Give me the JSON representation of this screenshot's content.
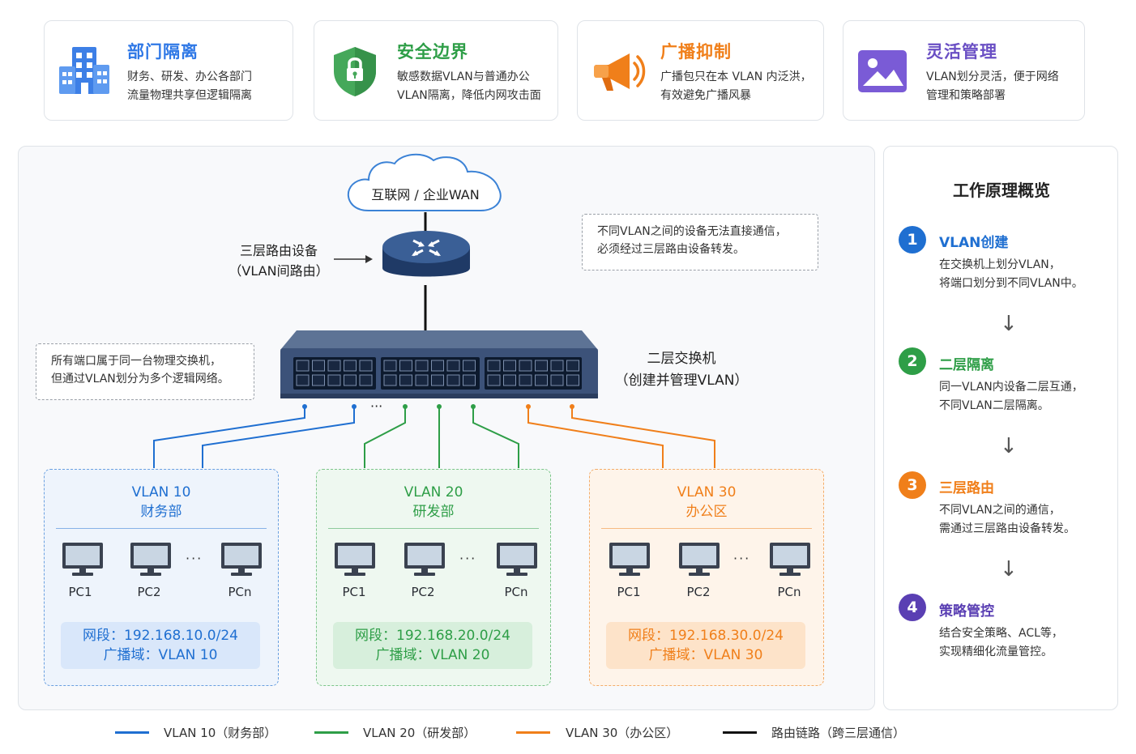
{
  "colors": {
    "blue": "#1f6fd1",
    "green": "#2e9e47",
    "orange": "#f07f1a",
    "purple": "#5a3fb3",
    "black": "#111111"
  },
  "cards": [
    {
      "title": "部门隔离",
      "desc": "财务、研发、办公各部门\n流量物理共享但逻辑隔离",
      "icon": "building-icon",
      "color": "#2f78e6"
    },
    {
      "title": "安全边界",
      "desc": "敏感数据VLAN与普通办公\nVLAN隔离，降低内网攻击面",
      "icon": "shield-lock-icon",
      "color": "#2e9e47"
    },
    {
      "title": "广播抑制",
      "desc": "广播包只在本 VLAN 内泛洪，\n有效避免广播风暴",
      "icon": "megaphone-icon",
      "color": "#f07f1a"
    },
    {
      "title": "灵活管理",
      "desc": "VLAN划分灵活，便于网络\n管理和策略部署",
      "icon": "image-icon",
      "color": "#6a4fc4"
    }
  ],
  "diagram": {
    "cloud_label": "互联网 / 企业WAN",
    "router_label": "三层路由设备\n（VLAN间路由）",
    "router_note": "不同VLAN之间的设备无法直接通信，\n必须经过三层路由设备转发。",
    "switch_label": "二层交换机\n（创建并管理VLAN）",
    "switch_note": "所有端口属于同一台物理交换机，\n但通过VLAN划分为多个逻辑网络。",
    "port_dots": "···"
  },
  "vlans": [
    {
      "title": "VLAN 10",
      "dept": "财务部",
      "pcs": [
        "PC1",
        "PC2",
        "PCn"
      ],
      "dots": "···",
      "segment": "网段：192.168.10.0/24",
      "broadcast": "广播域：VLAN 10"
    },
    {
      "title": "VLAN 20",
      "dept": "研发部",
      "pcs": [
        "PC1",
        "PC2",
        "PCn"
      ],
      "dots": "···",
      "segment": "网段：192.168.20.0/24",
      "broadcast": "广播域：VLAN 20"
    },
    {
      "title": "VLAN 30",
      "dept": "办公区",
      "pcs": [
        "PC1",
        "PC2",
        "PCn"
      ],
      "dots": "···",
      "segment": "网段：192.168.30.0/24",
      "broadcast": "广播域：VLAN 30"
    }
  ],
  "overview": {
    "title": "工作原理概览",
    "steps": [
      {
        "num": "1",
        "title": "VLAN创建",
        "desc": "在交换机上划分VLAN，\n将端口划分到不同VLAN中。"
      },
      {
        "num": "2",
        "title": "二层隔离",
        "desc": "同一VLAN内设备二层互通，\n不同VLAN二层隔离。"
      },
      {
        "num": "3",
        "title": "三层路由",
        "desc": "不同VLAN之间的通信，\n需通过三层路由设备转发。"
      },
      {
        "num": "4",
        "title": "策略管控",
        "desc": "结合安全策略、ACL等，\n实现精细化流量管控。"
      }
    ],
    "arrow": "↓"
  },
  "legend": [
    {
      "label": "VLAN 10（财务部）"
    },
    {
      "label": "VLAN 20（研发部）"
    },
    {
      "label": "VLAN 30（办公区）"
    },
    {
      "label": "路由链路（跨三层通信）"
    }
  ]
}
